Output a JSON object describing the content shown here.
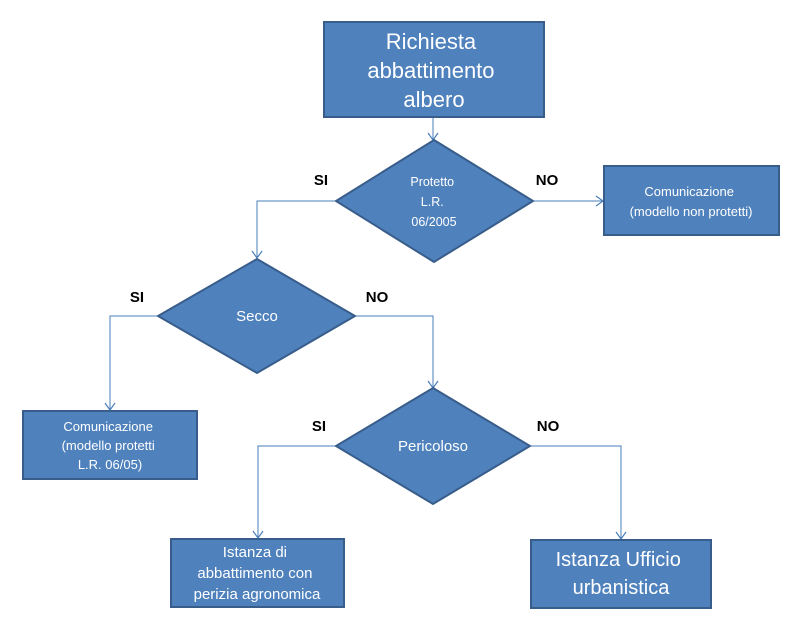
{
  "nodes": {
    "richiesta": [
      "Richiesta",
      "abbattimento",
      "albero"
    ],
    "protetto": [
      "Protetto",
      "L.R.",
      "06/2005"
    ],
    "comunicazione_non_protetti": [
      "Comunicazione",
      "(modello non protetti)"
    ],
    "secco": [
      "Secco"
    ],
    "comunicazione_protetti": [
      "Comunicazione",
      "(modello protetti",
      "L.R. 06/05)"
    ],
    "pericoloso": [
      "Pericoloso"
    ],
    "istanza_abbattimento": [
      "Istanza di",
      "abbattimento con",
      "perizia agronomica"
    ],
    "istanza_ufficio": [
      "Istanza Ufficio",
      "urbanistica"
    ]
  },
  "edges": {
    "protetto_si": "SI",
    "protetto_no": "NO",
    "secco_si": "SI",
    "secco_no": "NO",
    "pericoloso_si": "SI",
    "pericoloso_no": "NO"
  },
  "colors": {
    "node_fill": "#4f81bd",
    "node_border": "#385d8a",
    "connector": "#4a7ebb",
    "node_text": "#ffffff",
    "label_text": "#000000"
  }
}
